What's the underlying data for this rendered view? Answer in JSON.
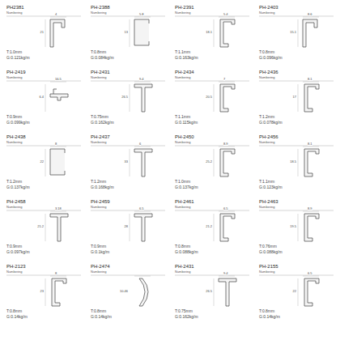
{
  "diagram": {
    "labels": [
      "PH2381",
      "Numbering",
      "4",
      "21",
      "T:1.0mm",
      "G:0.121kg/m",
      "PH-2388",
      "Numbering",
      "5.8",
      "13",
      "T:0.8mm",
      "G:0.084kg/m",
      "PH-2391",
      "Numbering",
      "5.4",
      "18.1",
      "T:1.1mm",
      "G:0.163kg/m",
      "PH-2403",
      "Numbering",
      "8.6",
      "15.1",
      "T:0.8mm",
      "G:0.096kg/m",
      "PH-2419",
      "Numbering",
      "16.5",
      "6.4",
      "T:0.9mm",
      "G:0.099kg/m",
      "PH-2431",
      "Numbering",
      "9.4",
      "26.5",
      "T:0.75mm",
      "G:0.162kg/m",
      "PH-2434",
      "Numbering",
      "7",
      "20.5",
      "T:1.1mm",
      "G:0.115kg/m",
      "PH-2436",
      "Numbering",
      "8.1",
      "17",
      "T:1.2mm",
      "G:0.078kg/m",
      "PH-2438",
      "Numbering",
      "8",
      "22",
      "T:1.2mm",
      "G:0.137kg/m",
      "PH-2437",
      "Numbering",
      "6",
      "33",
      "T:1.2mm",
      "G:0.168kg/m",
      "PH-2450",
      "Numbering",
      "8.9",
      "25.2",
      "T:1.0mm",
      "G:0.137kg/m",
      "PH-2456",
      "Numbering",
      "8.1",
      "18.5",
      "T:1.1mm",
      "G:0.123kg/m",
      "PH-2458",
      "Numbering",
      "3.18",
      "21.2",
      "T:0.9mm",
      "G:0.097kg/m",
      "PH-2459",
      "Numbering",
      "6.5",
      "28",
      "T:0.9mm",
      "G:0.1kg/m",
      "PH-2461",
      "Numbering",
      "6.5",
      "21.2",
      "T:0.8mm",
      "G:0.088kg/m",
      "PH-2463",
      "Numbering",
      "8.9",
      "19.5",
      "T:0.76mm",
      "G:0.088kg/m",
      "PH-2123",
      "Numbering",
      "8",
      "23",
      "T:0.8mm",
      "G:0.14kg/m",
      "PH-2474",
      "Numbering",
      "10.46",
      "T:0.8mm",
      "G:0.14kg/m",
      "PH-2431",
      "Numbering",
      "9.4",
      "26.5",
      "T:0.75mm",
      "G:0.162kg/m",
      "PH-2155",
      "Numbering",
      "6.5",
      "22",
      "T:0.8mm",
      "G:0.14kg/m"
    ]
  }
}
